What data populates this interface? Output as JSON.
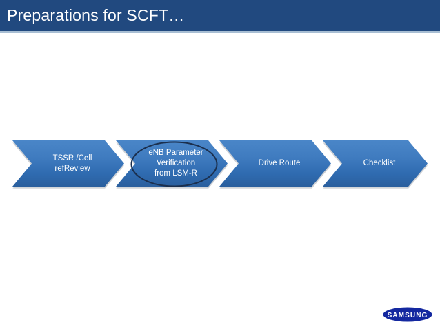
{
  "slide": {
    "title": "Preparations for SCFT…",
    "background_color": "#ffffff",
    "title_bar_color": "#21497f",
    "title_underline_color": "#a8bed3"
  },
  "process_flow": {
    "accent_color": "#3f7bbf",
    "steps": [
      {
        "id": "step-1",
        "label": "TSSR /Cell\nrefReview"
      },
      {
        "id": "step-2",
        "label": "eNB Parameter\nVerification\nfrom LSM-R"
      },
      {
        "id": "step-3",
        "label": "Drive Route"
      },
      {
        "id": "step-4",
        "label": "Checklist"
      }
    ]
  },
  "annotation": {
    "shape": "ellipse",
    "target_step": "step-2",
    "stroke_color": "#1b2f4d"
  },
  "branding": {
    "logo_text": "SAMSUNG",
    "logo_color": "#1428a0"
  }
}
